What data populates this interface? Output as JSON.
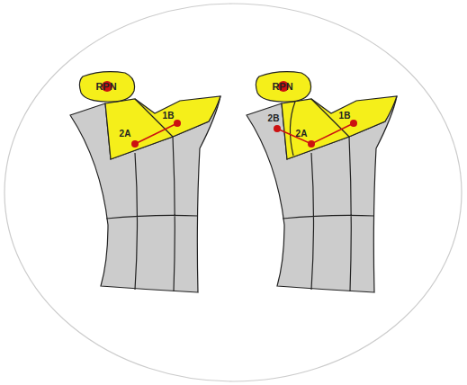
{
  "diagram": {
    "nodes": [
      {
        "text": [
          "RPN"
        ]
      },
      {
        "text": [
          "RPN"
        ]
      }
    ],
    "labels": [
      "2A",
      "1B",
      "2B",
      "2A",
      "1B"
    ]
  }
}
